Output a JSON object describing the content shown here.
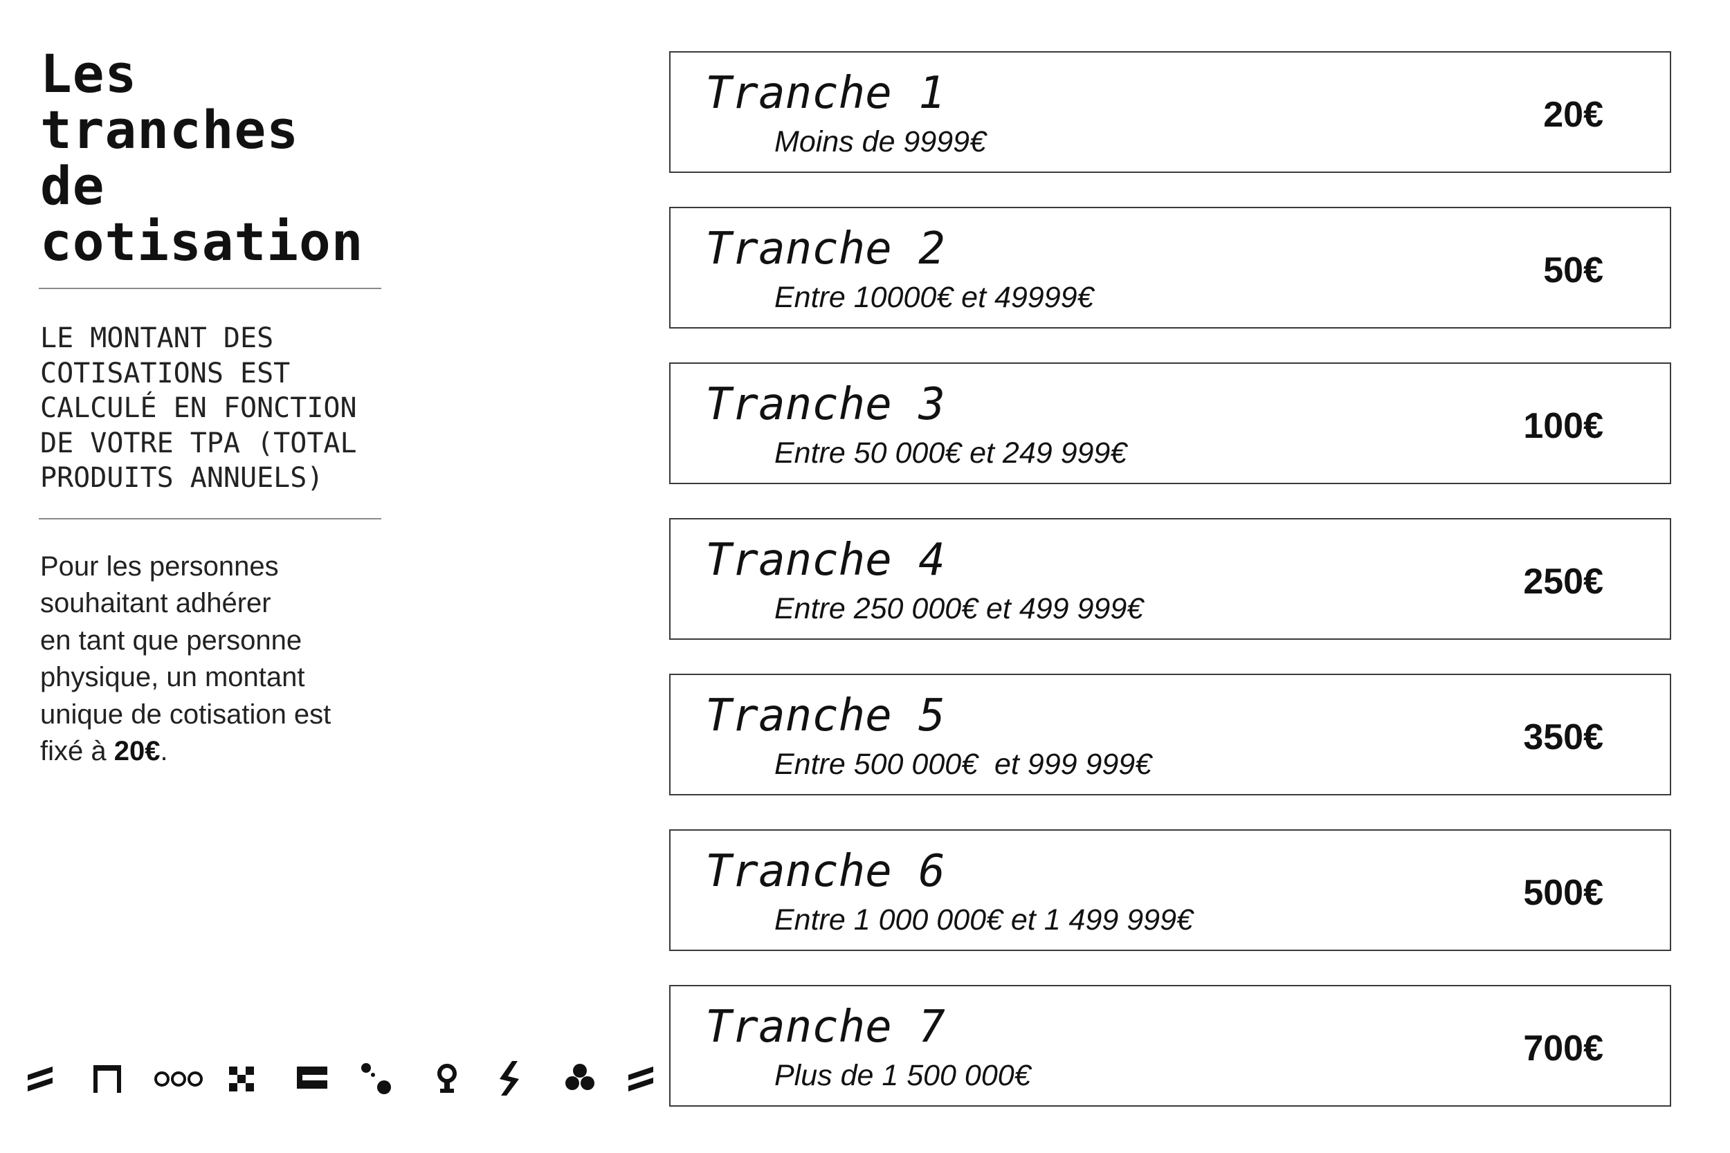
{
  "sidebar": {
    "title_lines": [
      "Les",
      "tranches",
      "de",
      "cotisation"
    ],
    "mono_lines": [
      "LE MONTANT DES",
      "COTISATIONS EST",
      "CALCULÉ EN FONCTION",
      "DE VOTRE TPA (TOTAL",
      "PRODUITS ANNUELS)"
    ],
    "body_lines": [
      "Pour les personnes",
      "souhaitant adhérer",
      "en tant que personne",
      "physique, un montant",
      "unique de cotisation est"
    ],
    "body_last_prefix": "fixé à ",
    "body_last_bold": "20€",
    "body_last_suffix": "."
  },
  "tranches": [
    {
      "name": "Tranche 1",
      "range": "Moins de 9999€",
      "price": "20€"
    },
    {
      "name": "Tranche 2",
      "range": "Entre 10000€ et 49999€",
      "price": "50€"
    },
    {
      "name": "Tranche 3",
      "range": "Entre 50 000€ et 249 999€",
      "price": "100€"
    },
    {
      "name": "Tranche 4",
      "range": "Entre 250 000€ et 499 999€",
      "price": "250€"
    },
    {
      "name": "Tranche 5",
      "range": "Entre 500 000€  et 999 999€",
      "price": "350€"
    },
    {
      "name": "Tranche 6",
      "range": "Entre 1 000 000€ et 1 499 999€",
      "price": "500€"
    },
    {
      "name": "Tranche 7",
      "range": "Plus de 1 500 000€",
      "price": "700€"
    }
  ],
  "icons": [
    "double-slash-icon",
    "gate-icon",
    "triple-circle-icon",
    "checker-icon",
    "double-bar-icon",
    "dots-icon",
    "key-icon",
    "zigzag-icon",
    "clover-icon",
    "double-slash-icon"
  ]
}
